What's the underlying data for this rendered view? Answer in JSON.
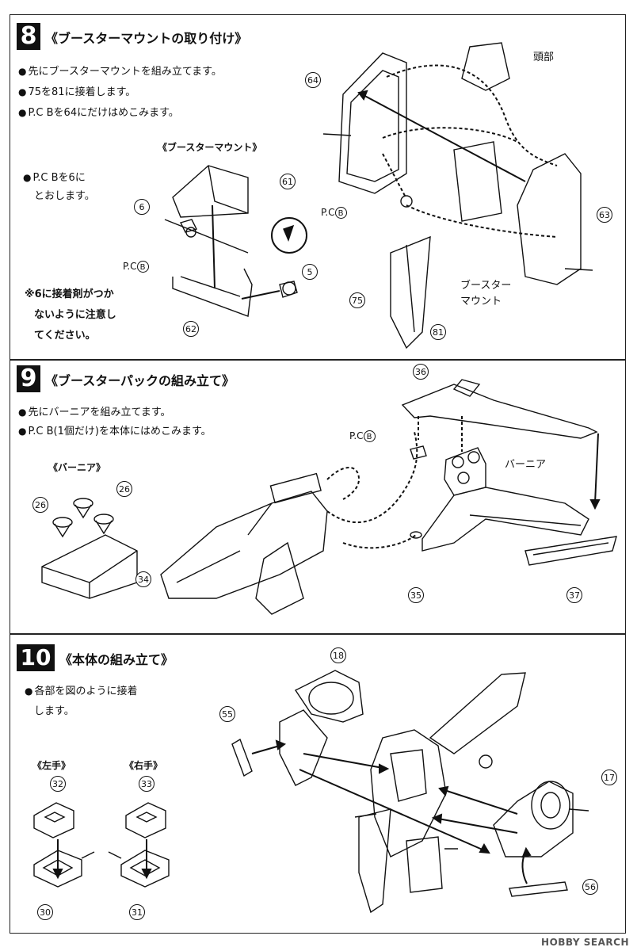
{
  "step8": {
    "number": "8",
    "title": "《ブースターマウントの取り付け》",
    "bullets": [
      "先にブースターマウントを組み立てます。",
      "75を81に接着します。",
      "P.C Bを64にだけはめこみます。"
    ],
    "sub_title": "《ブースターマウント》",
    "sub_bullet_1": "P.C Bを6に",
    "sub_bullet_2": "とおします。",
    "note_1": "※6に接着剤がつか",
    "note_2": "ないように注意し",
    "note_3": "てください。",
    "label_head": "頭部",
    "label_mount_1": "ブースター",
    "label_mount_2": "マウント",
    "pc_label": "P.C",
    "pc_letter": "B",
    "parts": {
      "p64": "64",
      "p61": "61",
      "p6": "6",
      "p5": "5",
      "p62": "62",
      "p63": "63",
      "p75": "75",
      "p81": "81"
    }
  },
  "step9": {
    "number": "9",
    "title": "《ブースターパックの組み立て》",
    "bullets": [
      "先にバーニアを組み立てます。",
      "P.C B(1個だけ)を本体にはめこみます。"
    ],
    "sub_title": "《バーニア》",
    "label_vernier": "バーニア",
    "pc_label": "P.C",
    "pc_letter": "B",
    "parts": {
      "p36": "36",
      "p26a": "26",
      "p26b": "26",
      "p34": "34",
      "p35": "35",
      "p37": "37"
    }
  },
  "step10": {
    "number": "10",
    "title": "《本体の組み立て》",
    "bullet_1": "各部を図のように接着",
    "bullet_2": "します。",
    "left_label": "《左手》",
    "right_label": "《右手》",
    "parts": {
      "p18": "18",
      "p55": "55",
      "p17": "17",
      "p32": "32",
      "p33": "33",
      "p30": "30",
      "p31": "31",
      "p56": "56"
    }
  },
  "footer": "HOBBY SEARCH"
}
